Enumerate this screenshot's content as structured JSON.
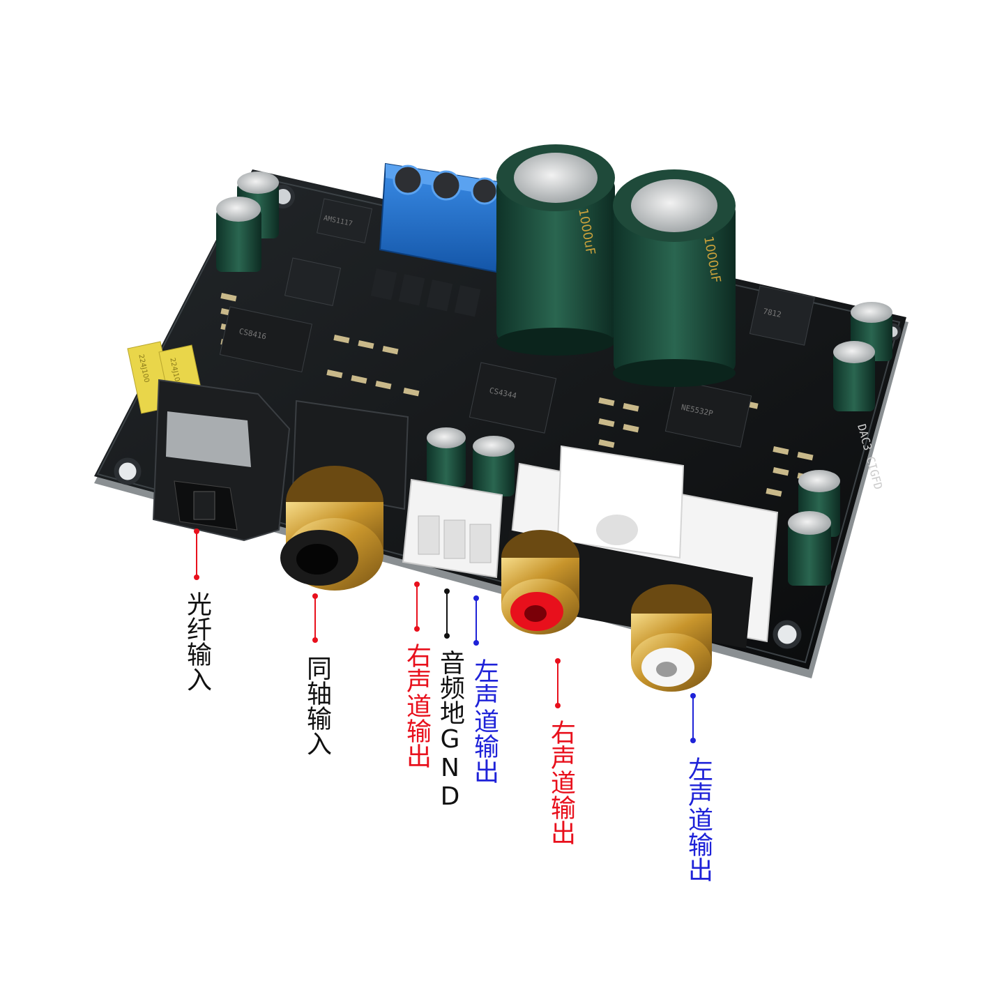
{
  "labels": {
    "optical_in": "光纤输入",
    "coax_in": "同轴输入",
    "hdr_right_out": "右声道输出",
    "hdr_gnd": "音频地GND",
    "hdr_left_out": "左声道输出",
    "rca_right_out": "右声道输出",
    "rca_left_out": "左声道输出"
  },
  "board_markings": {
    "cap_large_left": "1000uF",
    "cap_large_right": "1000uF",
    "chip_1": "CS8416",
    "chip_2": "CS4344",
    "opamp": "NE5532P",
    "reg_1": "7812",
    "reg_2": "AMS1117",
    "edge_text": "DAC3 CIGFD",
    "film_cap_1": "224J100",
    "film_cap_2": "224J100"
  },
  "colors": {
    "red_label": "#e8101c",
    "blue_label": "#1e22d8",
    "black_label": "#111111",
    "pcb": "#141618",
    "cap_green": "#1f4a3a",
    "terminal_blue": "#1c6fd1",
    "gold": "#d4a640",
    "film_yellow": "#e9d64a"
  }
}
